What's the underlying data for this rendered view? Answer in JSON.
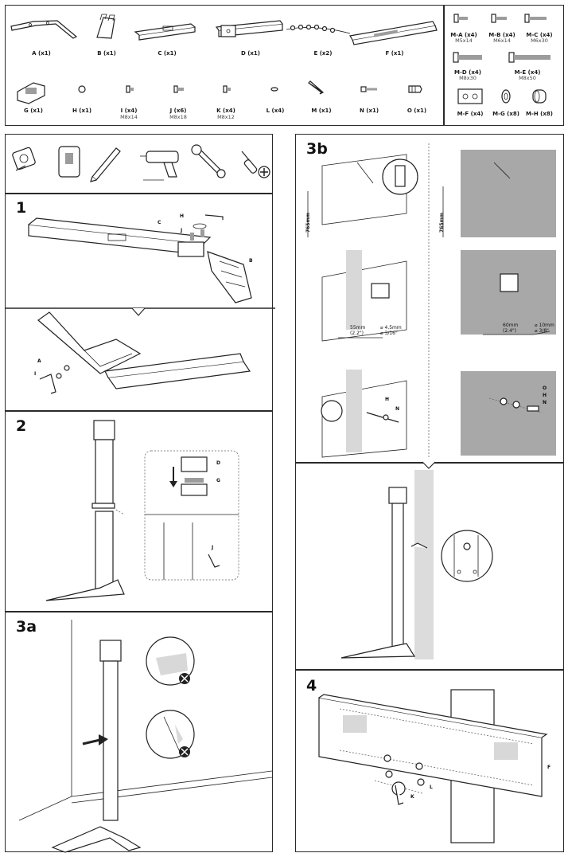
{
  "parts": [
    {
      "label": "A (x1)"
    },
    {
      "label": "B (x1)"
    },
    {
      "label": "C (x1)"
    },
    {
      "label": "D (x1)"
    },
    {
      "label": "E (x2)"
    },
    {
      "label": "F (x1)"
    },
    {
      "label": "G (x1)"
    },
    {
      "label": "H (x1)"
    },
    {
      "label": "I (x4)",
      "size": "M8x14"
    },
    {
      "label": "J (x6)",
      "size": "M8x18"
    },
    {
      "label": "K (x4)",
      "size": "M8x12"
    },
    {
      "label": "L (x4)"
    },
    {
      "label": "M (x1)"
    },
    {
      "label": "N (x1)"
    },
    {
      "label": "O (x1)"
    }
  ],
  "hardware": [
    {
      "label": "M-A (x4)",
      "size": "M5x14"
    },
    {
      "label": "M-B (x4)",
      "size": "M6x14"
    },
    {
      "label": "M-C (x4)",
      "size": "M6x30"
    },
    {
      "label": "M-D (x4)",
      "size": "M8x30"
    },
    {
      "label": "M-E (x4)",
      "size": "M8x50"
    },
    {
      "label": "M-F (x4)"
    },
    {
      "label": "M-G (x8)"
    },
    {
      "label": "M-H (x8)"
    }
  ],
  "tools": [
    "tape-measure-icon",
    "stud-finder-icon",
    "pencil-icon",
    "drill-icon",
    "wrench-icon",
    "screwdriver-icon"
  ],
  "steps": {
    "s1": {
      "num": "1",
      "tags": {
        "c": "C",
        "h": "H",
        "j": "J",
        "b": "B",
        "a": "A",
        "i": "I"
      }
    },
    "s2": {
      "num": "2",
      "tags": {
        "d": "D",
        "g": "G",
        "j": "J"
      }
    },
    "s3a": {
      "num": "3a"
    },
    "s3b": {
      "num": "3b",
      "height": "765mm",
      "drill_left": {
        "depth": "55mm",
        "depth_in": "(2.2\")",
        "dia": "⌀ 4.5mm",
        "dia_in": "⌀ 3/16\""
      },
      "drill_right": {
        "depth": "60mm",
        "depth_in": "(2.4\")",
        "dia": "⌀ 10mm",
        "dia_in": "⌀ 3/8\""
      },
      "tags": {
        "o": "O",
        "h": "H",
        "n": "N"
      }
    },
    "s4": {
      "num": "4",
      "tags": {
        "f": "F",
        "k": "K",
        "l": "L"
      }
    }
  }
}
